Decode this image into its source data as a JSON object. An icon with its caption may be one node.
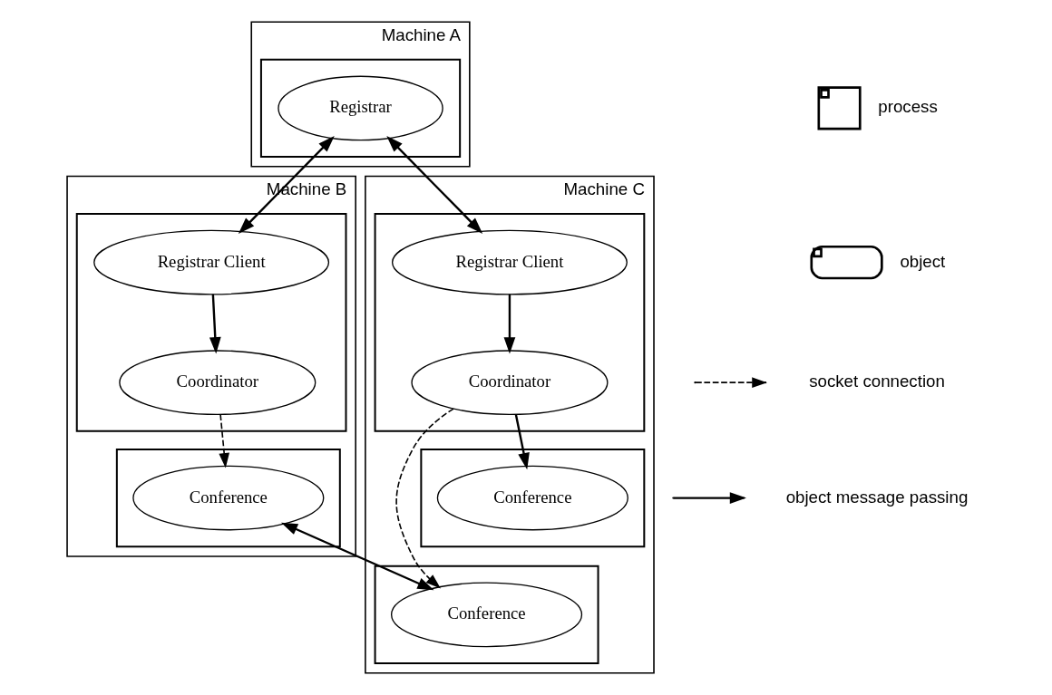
{
  "diagram": {
    "nodes": [
      {
        "text": [
          "Machine A"
        ]
      },
      {
        "text": [],
        "shape": "box",
        "in": 0
      },
      {
        "text": [
          "Registrar"
        ],
        "in": 1
      },
      {
        "text": [
          "Machine C"
        ]
      },
      {
        "text": [],
        "shape": "box",
        "in": 3
      },
      {
        "text": [
          "Registrar Client"
        ],
        "in": 4
      },
      {
        "text": [
          "Coordinator"
        ],
        "in": 4
      },
      {
        "text": [
          "Machine B"
        ]
      },
      {
        "text": [],
        "shape": "box",
        "in": 7
      },
      {
        "text": [
          "Registrar Client"
        ],
        "in": 8
      },
      {
        "text": [
          "Coordinator"
        ],
        "in": 8
      },
      {
        "text": [],
        "shape": "box",
        "in": 7
      },
      {
        "text": [
          "Conference"
        ],
        "in": 11
      },
      {
        "text": [],
        "shape": "box",
        "in": 3
      },
      {
        "text": [
          "Conference"
        ],
        "in": 13
      },
      {
        "text": [],
        "shape": "box",
        "in": 3
      },
      {
        "text": [
          "Conference"
        ],
        "in": 15
      }
    ],
    "edges": [
      {
        "from": 2,
        "to": 5,
        "arrow": "both"
      },
      {
        "from": 2,
        "to": 9,
        "arrow": "both"
      },
      {
        "from": 9,
        "to": 10,
        "arrow": "to"
      },
      {
        "from": 10,
        "to": 12,
        "arrow": "to",
        "style": "dashed"
      },
      {
        "from": 12,
        "to": 14,
        "arrow": "both"
      },
      {
        "from": 5,
        "to": 6,
        "arrow": "to"
      },
      {
        "from": 6,
        "to": 14,
        "arrow": "to",
        "style": "dashed"
      },
      {
        "from": 6,
        "to": 16,
        "arrow": "to"
      }
    ],
    "legend": [
      {
        "text": "process"
      },
      {
        "text": "object"
      },
      {
        "text": "socket connection"
      },
      {
        "text": "object message passing"
      }
    ]
  }
}
